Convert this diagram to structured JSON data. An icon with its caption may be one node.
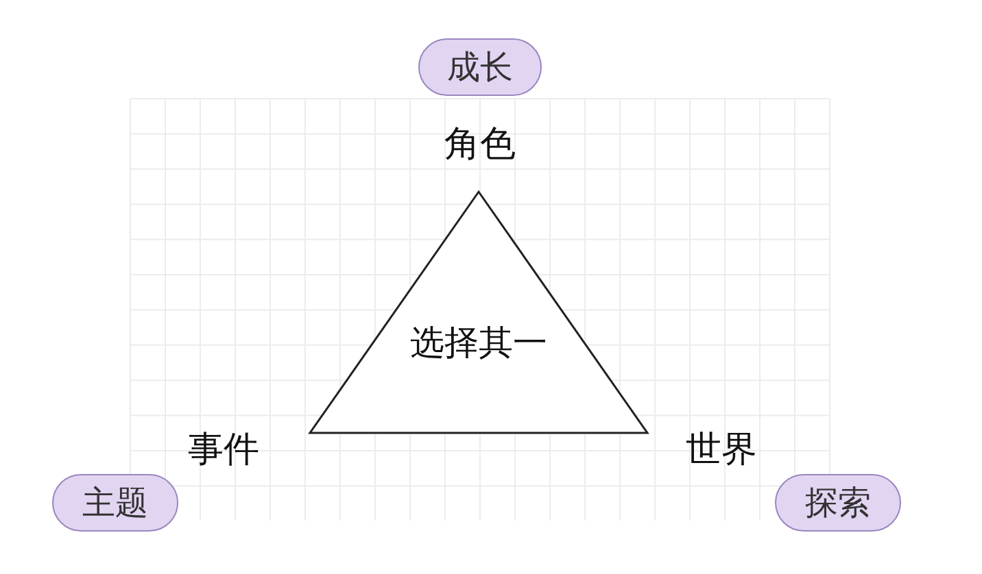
{
  "diagram": {
    "nodes": [
      {
        "text": [
          "成长"
        ]
      },
      {
        "text": [
          "选择其一"
        ]
      },
      {
        "text": [
          "主题"
        ]
      },
      {
        "text": [
          "探索"
        ]
      }
    ],
    "labels": [
      "角色",
      "事件",
      "世界"
    ]
  }
}
